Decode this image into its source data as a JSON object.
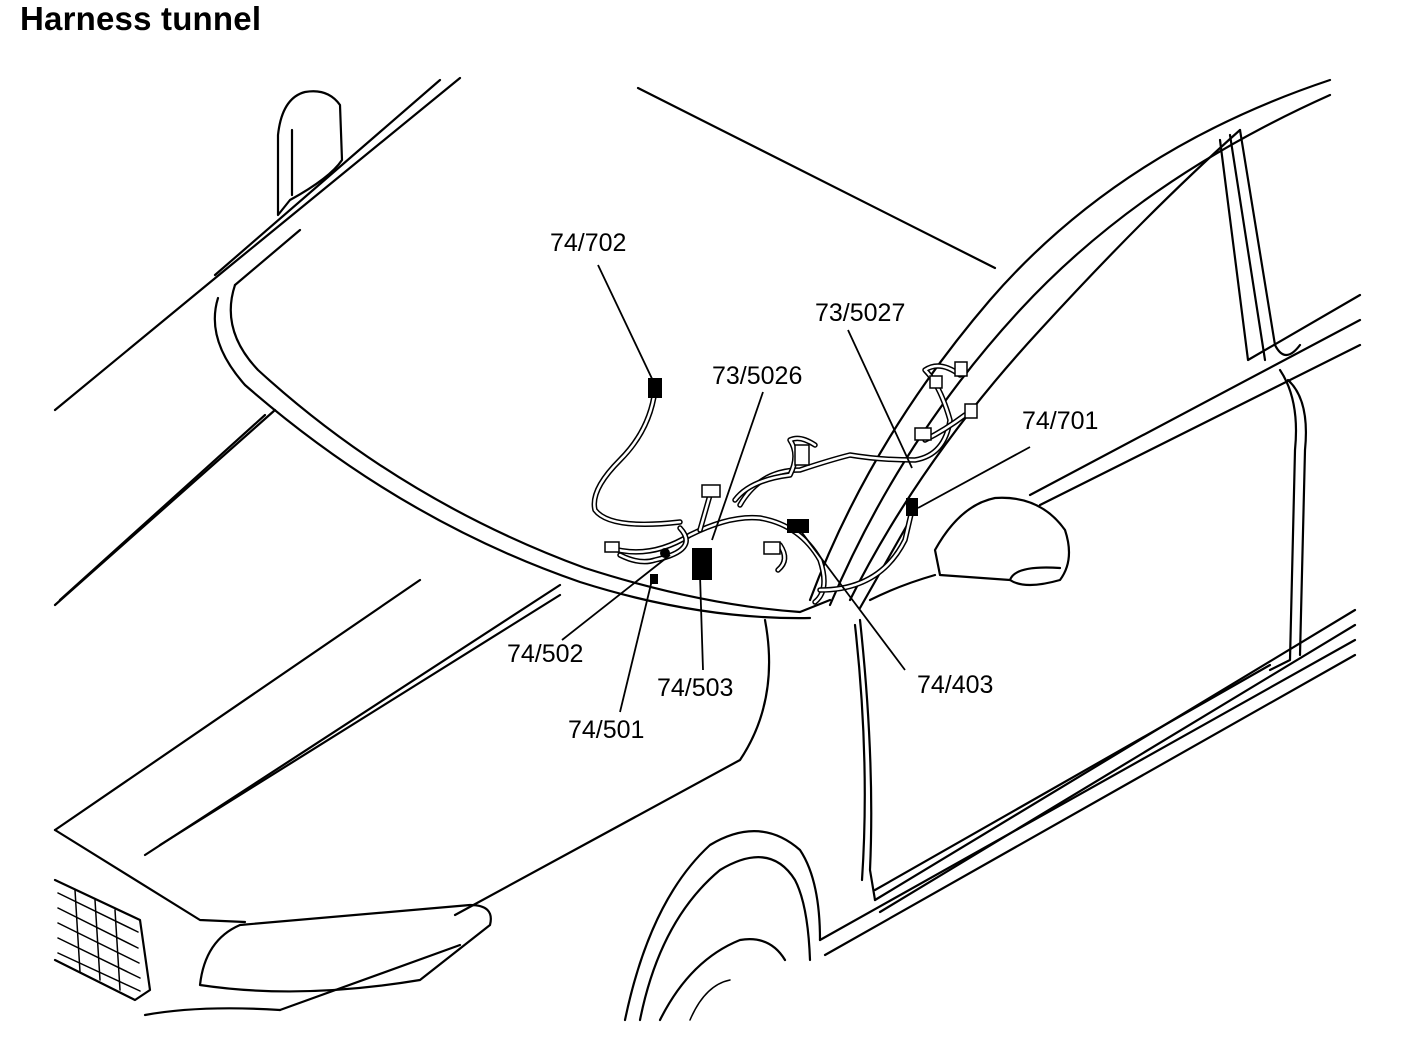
{
  "title": "Harness tunnel",
  "labels": {
    "c74_702": "74/702",
    "c73_5026": "73/5026",
    "c73_5027": "73/5027",
    "c74_701": "74/701",
    "c74_502": "74/502",
    "c74_503": "74/503",
    "c74_501": "74/501",
    "c74_403": "74/403"
  }
}
